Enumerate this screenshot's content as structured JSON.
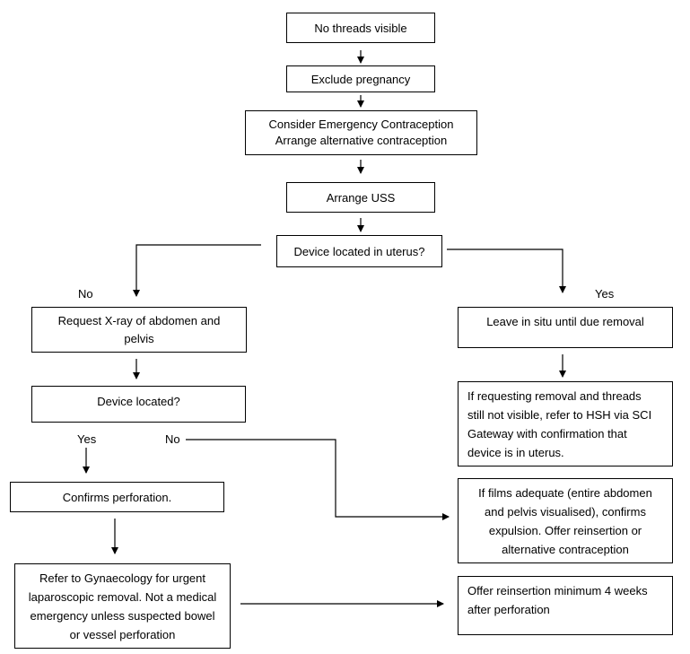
{
  "nodes": {
    "no_threads": "No threads visible",
    "exclude_pregnancy": "Exclude pregnancy",
    "consider_ec": [
      "Consider Emergency Contraception",
      "Arrange alternative contraception"
    ],
    "arrange_uss": "Arrange USS",
    "device_in_uterus": "Device located in uterus?",
    "request_xray": [
      "Request X-ray of abdomen and",
      "pelvis"
    ],
    "device_located": "Device located?",
    "confirms_perforation": "Confirms perforation.",
    "refer_gynae": [
      "Refer to Gynaecology for urgent",
      "laparoscopic removal. Not a medical",
      "emergency unless suspected bowel",
      "or vessel perforation"
    ],
    "leave_in_situ": "Leave in situ until due removal",
    "refer_hsh": [
      "If requesting removal and threads",
      "still not visible, refer to HSH via SCI",
      "Gateway with confirmation that",
      "device is in uterus."
    ],
    "films_adequate": [
      "If films adequate (entire abdomen",
      "and pelvis visualised), confirms",
      "expulsion. Offer reinsertion or",
      "alternative contraception"
    ],
    "offer_reinsertion": [
      "Offer reinsertion minimum 4 weeks",
      "after perforation"
    ]
  },
  "labels": {
    "no_uterus": "No",
    "yes_uterus": "Yes",
    "yes_located": "Yes",
    "no_located": "No"
  }
}
